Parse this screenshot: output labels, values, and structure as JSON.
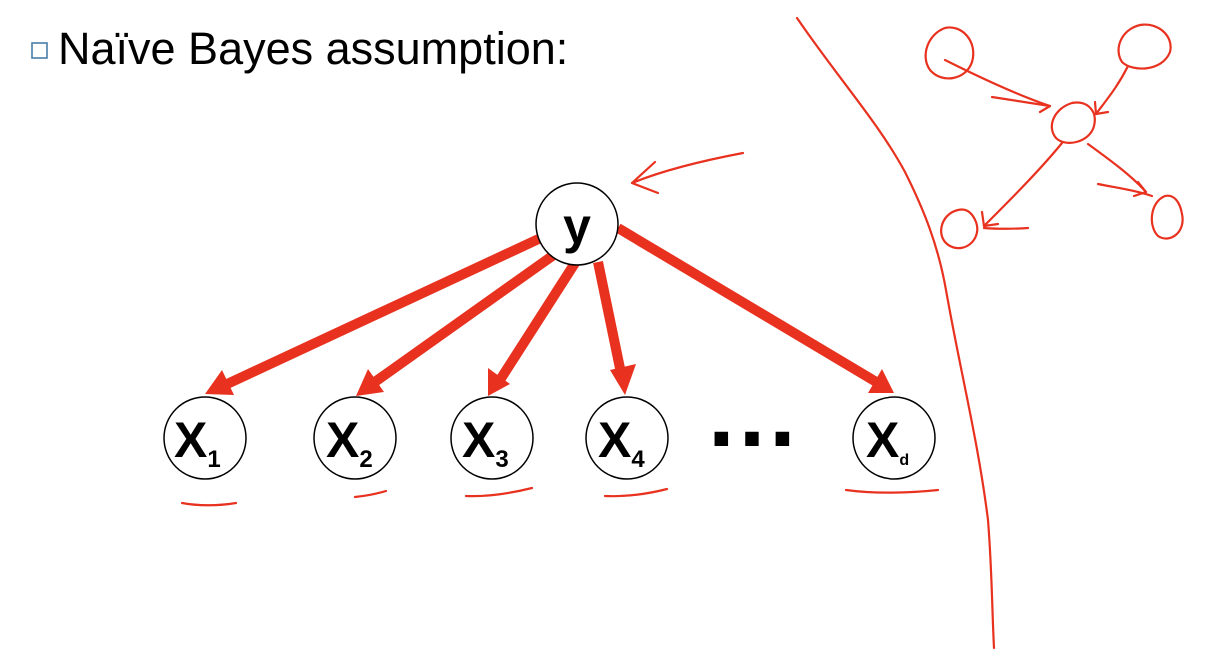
{
  "slide": {
    "bullet_text": "Naïve Bayes assumption:"
  },
  "diagram": {
    "parent": {
      "label": "y"
    },
    "children": [
      {
        "base": "X",
        "sub": "1"
      },
      {
        "base": "X",
        "sub": "2"
      },
      {
        "base": "X",
        "sub": "3"
      },
      {
        "base": "X",
        "sub": "4"
      },
      {
        "base": "X",
        "sub": "d"
      }
    ],
    "ellipsis": "…",
    "arrow_color": "#e8321f"
  },
  "annotation_color": "#e8321f"
}
